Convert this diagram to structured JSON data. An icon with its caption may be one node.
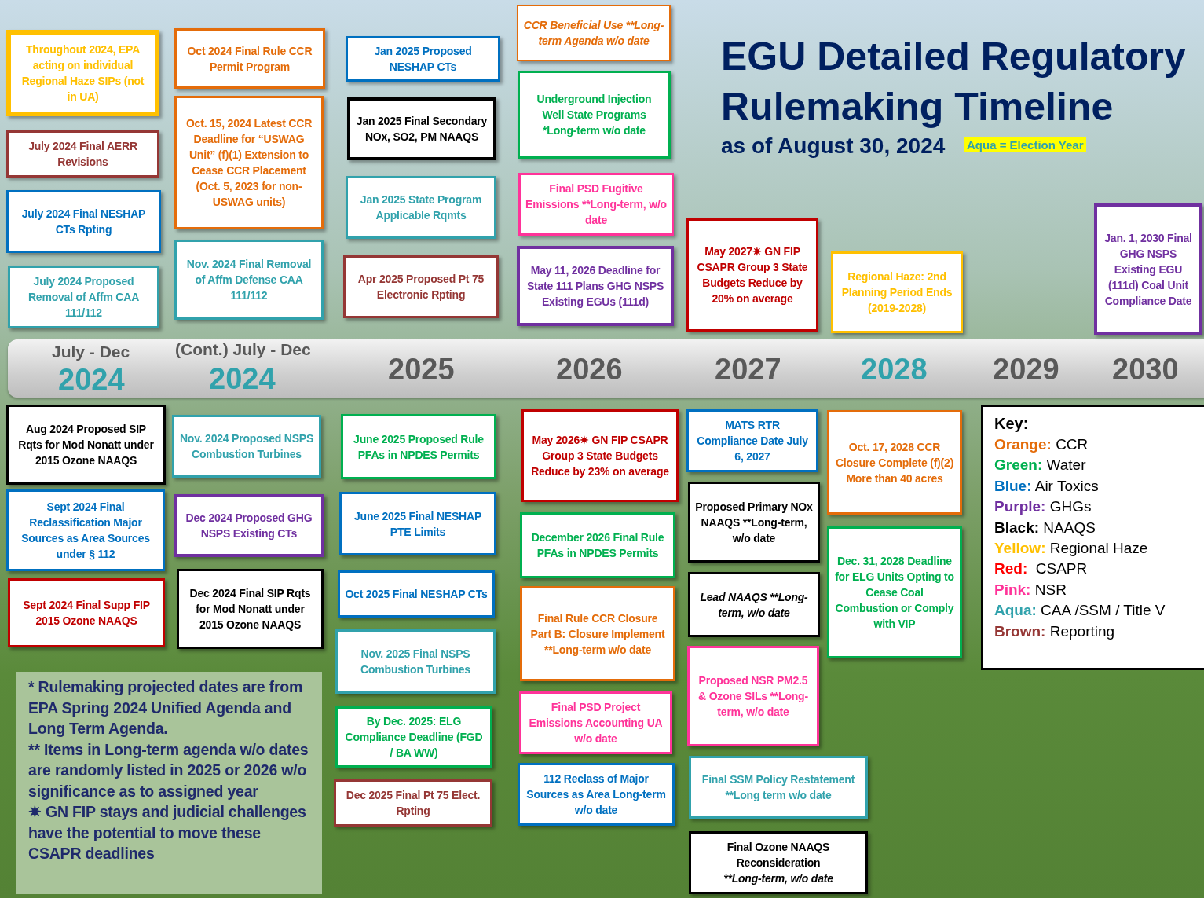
{
  "diagram": {
    "title": "EGU Detailed Regulatory Rulemaking Timeline",
    "nodes": [
      {
        "text": [
          "Throughout 2024, EPA acting on individual Regional Haze SIPs (not in UA)"
        ]
      },
      {
        "text": [
          "July 2024 Final AERR Revisions"
        ]
      },
      {
        "text": [
          "July 2024 Final NESHAP CTs Rpting"
        ]
      },
      {
        "text": [
          "July 2024 Proposed Removal of Affm CAA 111/112"
        ]
      },
      {
        "text": [
          "Oct 2024 Final Rule CCR Permit Program"
        ]
      },
      {
        "text": [
          "Oct. 15, 2024 Latest CCR Deadline for “USWAG Unit” (f)(1) Extension to Cease CCR Placement (Oct. 5, 2023 for non-USWAG units)"
        ]
      },
      {
        "text": [
          "Nov. 2024 Final Removal of Affm Defense CAA 111/112"
        ]
      },
      {
        "text": [
          "Jan 2025 Proposed NESHAP CTs"
        ]
      },
      {
        "text": [
          "Jan 2025 Final Secondary NOx, SO2, PM NAAQS"
        ]
      },
      {
        "text": [
          "Jan 2025 State Program Applicable Rqmts"
        ]
      },
      {
        "text": [
          "Apr 2025 Proposed Pt 75 Electronic Rpting"
        ]
      },
      {
        "text": [
          "CCR Beneficial Use **Long-term Agenda w/o date"
        ]
      },
      {
        "text": [
          "Underground Injection Well State Programs *Long-term w/o date"
        ]
      },
      {
        "text": [
          "Final PSD Fugitive Emissions **Long-term, w/o date"
        ]
      },
      {
        "text": [
          "May 11, 2026 Deadline for State 111 Plans GHG NSPS Existing EGUs (111d)"
        ]
      },
      {
        "text": [
          "May 2027✷ GN FIP CSAPR Group 3 State Budgets Reduce by 20% on average"
        ]
      },
      {
        "text": [
          "Regional Haze: 2nd Planning Period Ends (2019-2028)"
        ]
      },
      {
        "text": [
          "Jan. 1, 2030 Final GHG NSPS Existing EGU (111d) Coal Unit Compliance Date"
        ]
      },
      {
        "text": [
          "Aug 2024 Proposed SIP Rqts for Mod Nonatt under 2015 Ozone NAAQS"
        ]
      },
      {
        "text": [
          "Sept 2024 Final Reclassification Major Sources as Area Sources under § 112"
        ]
      },
      {
        "text": [
          "Sept 2024 Final Supp FIP 2015 Ozone NAAQS"
        ]
      },
      {
        "text": [
          "Nov. 2024 Proposed NSPS Combustion Turbines"
        ]
      },
      {
        "text": [
          "Dec 2024 Proposed GHG NSPS Existing CTs"
        ]
      },
      {
        "text": [
          "Dec 2024 Final SIP Rqts for Mod Nonatt under 2015 Ozone NAAQS"
        ]
      },
      {
        "text": [
          "June 2025 Proposed Rule PFAs in NPDES Permits"
        ]
      },
      {
        "text": [
          "June 2025 Final NESHAP PTE Limits"
        ]
      },
      {
        "text": [
          "Oct 2025 Final NESHAP CTs"
        ]
      },
      {
        "text": [
          "Nov. 2025 Final NSPS Combustion Turbines"
        ]
      },
      {
        "text": [
          "By Dec. 2025: ELG Compliance Deadline (FGD / BA WW)"
        ]
      },
      {
        "text": [
          "Dec 2025 Final Pt 75 Elect. Rpting"
        ]
      },
      {
        "text": [
          "May 2026✷ GN FIP CSAPR Group 3 State Budgets Reduce by 23% on average"
        ]
      },
      {
        "text": [
          "December 2026 Final Rule PFAs in NPDES Permits"
        ]
      },
      {
        "text": [
          "Final Rule CCR Closure Part B: Closure Implement **Long-term w/o date"
        ]
      },
      {
        "text": [
          "Final PSD Project Emissions Accounting UA w/o date"
        ]
      },
      {
        "text": [
          "112 Reclass of Major Sources as Area Long-term w/o date"
        ]
      },
      {
        "text": [
          "MATS RTR Compliance Date July 6, 2027"
        ]
      },
      {
        "text": [
          "Proposed Primary NOx NAAQS **Long-term, w/o date"
        ]
      },
      {
        "text": [
          "Lead NAAQS **Long-term, w/o date"
        ]
      },
      {
        "text": [
          "Proposed NSR PM2.5 & Ozone SILs **Long-term, w/o date"
        ]
      },
      {
        "text": [
          "Final SSM Policy Restatement **Long term w/o date"
        ]
      },
      {
        "text": [
          "Final Ozone NAAQS Reconsideration",
          "**Long-term, w/o date"
        ]
      },
      {
        "text": [
          "Oct. 17, 2028 CCR Closure Complete (f)(2) More than 40 acres"
        ]
      },
      {
        "text": [
          "Dec. 31, 2028 Deadline for ELG Units Opting to Cease Coal Combustion or Comply with VIP"
        ]
      },
      {
        "text": [
          "* Rulemaking projected dates are from EPA Spring 2024 Unified Agenda and Long Term Agenda.",
          "** Items in Long-term agenda w/o dates are randomly listed in 2025 or 2026 w/o significance as to assigned year",
          "✷ GN FIP stays and judicial challenges have the potential to move these CSAPR deadlines"
        ]
      }
    ],
    "labels": [
      "as of August 30, 2024",
      "Aqua = Election Year",
      "July - Dec",
      "2024",
      "(Cont.) July - Dec",
      "2024",
      "2025",
      "2026",
      "2027",
      "2028",
      "2029",
      "2030",
      "Key:"
    ],
    "legend": [
      {
        "text": "Orange: CCR",
        "color": "#e46c0a"
      },
      {
        "text": "Green: Water",
        "color": "#00b050"
      },
      {
        "text": "Blue: Air Toxics",
        "color": "#0070c0"
      },
      {
        "text": "Purple: GHGs",
        "color": "#7030a0"
      },
      {
        "text": "Black: NAAQS",
        "color": "#000000"
      },
      {
        "text": "Yellow: Regional Haze",
        "color": "#ffc000"
      },
      {
        "text": "Red:  CSAPR",
        "color": "#ff0000"
      },
      {
        "text": "Pink: NSR",
        "color": "#ff3399"
      },
      {
        "text": "Aqua: CAA /SSM / Title V",
        "color": "#31a2ac"
      },
      {
        "text": "Brown: Reporting",
        "color": "#953735"
      }
    ]
  }
}
